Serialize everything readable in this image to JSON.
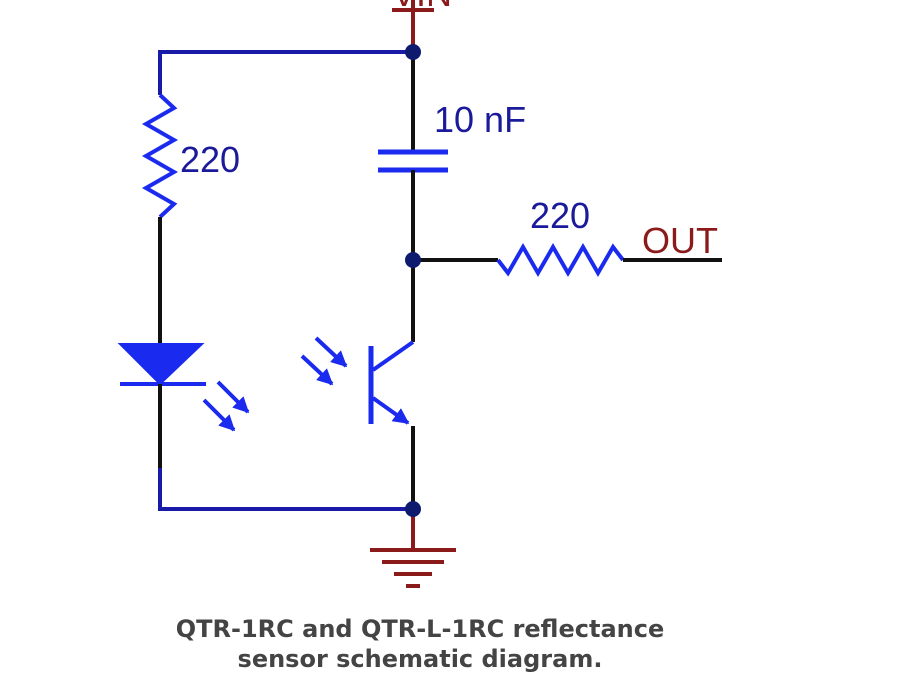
{
  "labels": {
    "vin": "VIN",
    "capacitor_value": "10 nF",
    "led_resistor_value": "220",
    "output_resistor_value": "220",
    "output": "OUT"
  },
  "caption": {
    "line1": "QTR-1RC and QTR-L-1RC reflectance",
    "line2": "sensor schematic diagram."
  },
  "colors": {
    "wire_blue": "#1a1aa8",
    "component_blue": "#1a2aee",
    "wire_black": "#111111",
    "power_red": "#8b1a1a",
    "node": "#0d1a6e",
    "label_blue": "#1a1a9a",
    "label_red": "#8b1a1a",
    "caption_text": "#444444"
  },
  "icons": {
    "ground": "ground-symbol-icon",
    "led": "led-icon",
    "phototransistor": "phototransistor-icon"
  }
}
